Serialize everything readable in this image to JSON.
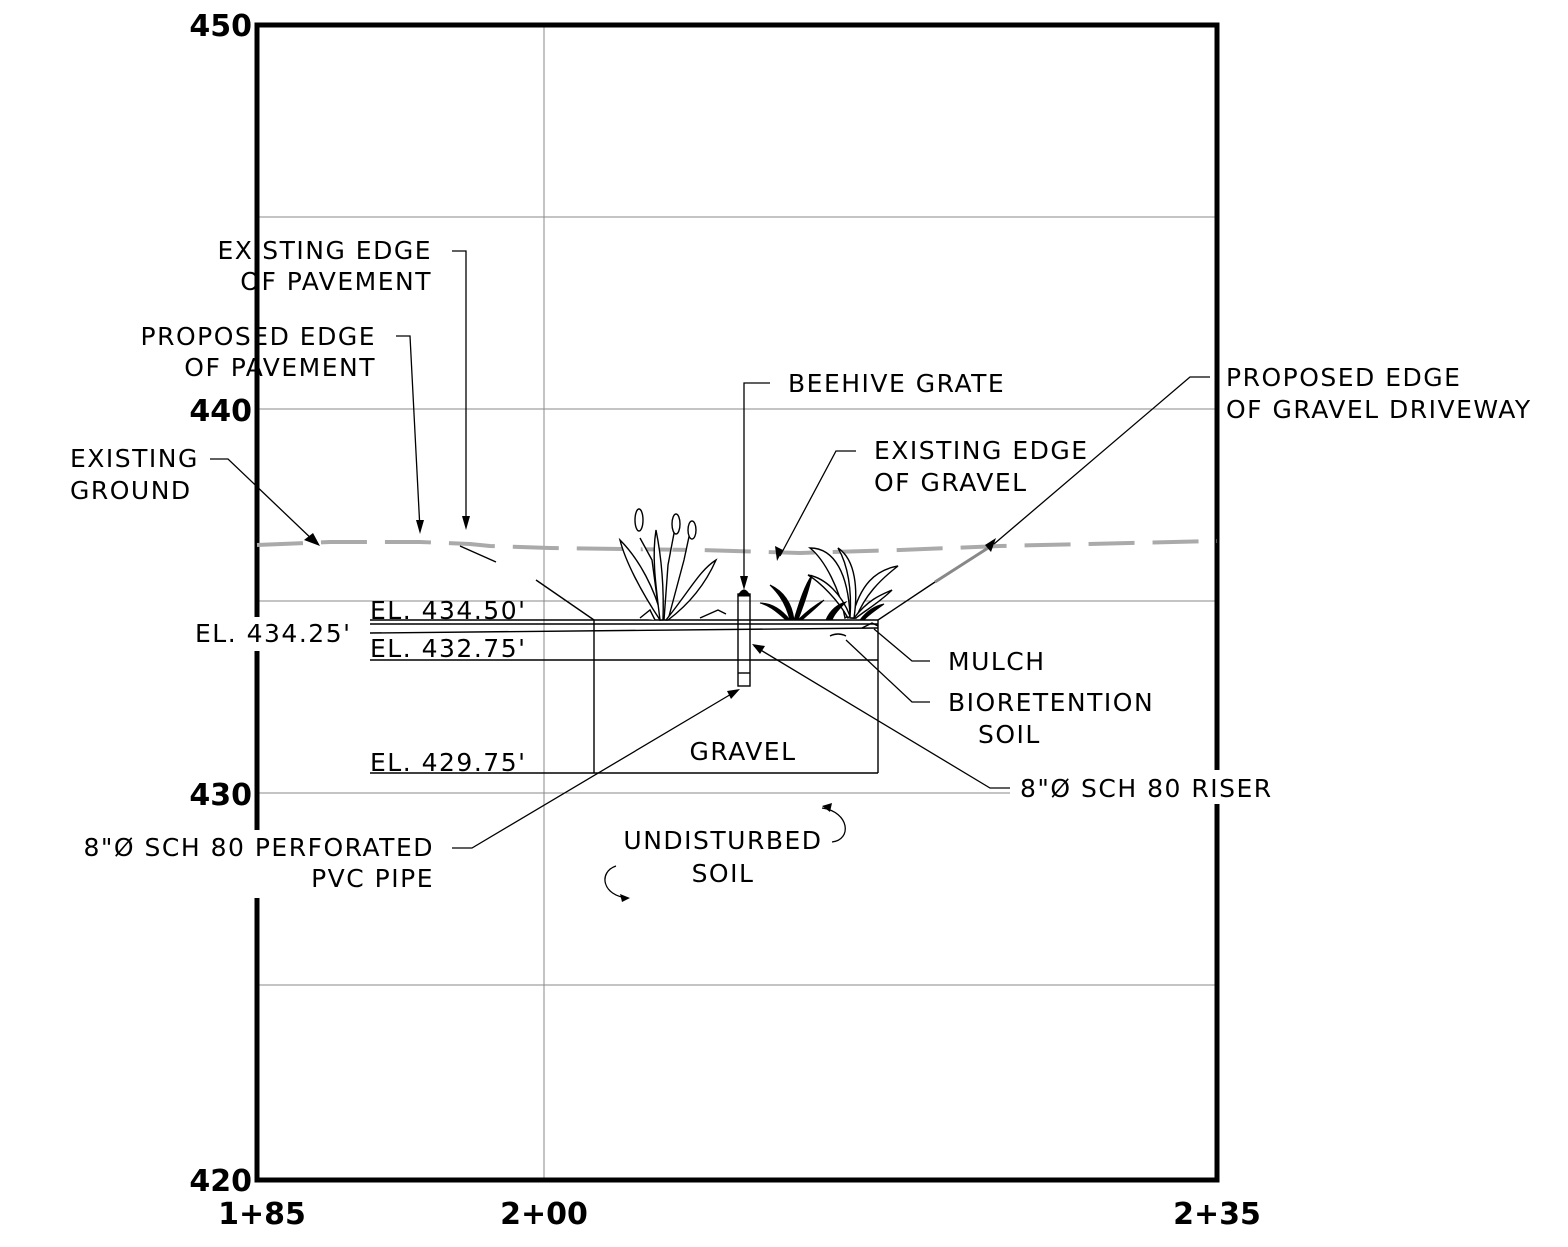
{
  "axes": {
    "y_ticks": [
      "450",
      "440",
      "430",
      "420"
    ],
    "x_ticks": [
      "1+85",
      "2+00",
      "2+35"
    ]
  },
  "elevations": {
    "el_434_50": "EL. 434.50'",
    "el_432_75": "EL. 432.75'",
    "el_429_75": "EL. 429.75'",
    "el_434_25": "EL. 434.25'"
  },
  "callouts": {
    "existing_edge_pavement": [
      "EXISTING EDGE",
      "OF PAVEMENT"
    ],
    "proposed_edge_pavement": [
      "PROPOSED EDGE",
      "OF PAVEMENT"
    ],
    "existing_ground": [
      "EXISTING",
      "GROUND"
    ],
    "beehive_grate": "BEEHIVE GRATE",
    "existing_edge_gravel": [
      "EXISTING EDGE",
      "OF GRAVEL"
    ],
    "proposed_edge_driveway": [
      "PROPOSED EDGE",
      "OF GRAVEL DRIVEWAY"
    ],
    "mulch": "MULCH",
    "bioretention_soil": [
      "BIORETENTION",
      "SOIL"
    ],
    "gravel": "GRAVEL",
    "riser": "8\"Ø SCH 80 RISER",
    "perforated_pipe": [
      "8\"Ø SCH 80 PERFORATED",
      "PVC PIPE"
    ],
    "undisturbed_soil": [
      "UNDISTURBED",
      "SOIL"
    ]
  },
  "colors": {
    "ground_line": "#aaaaaa",
    "grid": "#8a8a8a",
    "frame": "#000000"
  }
}
